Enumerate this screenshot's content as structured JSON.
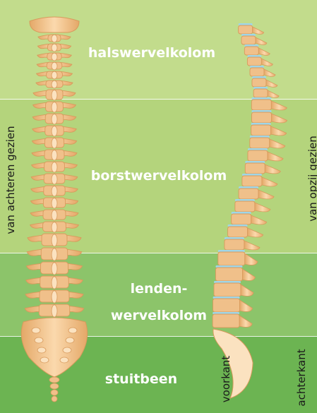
{
  "regions": {
    "hals": "halswervelkolom",
    "borst": "borstwervelkolom",
    "lenden_line1": "lenden-",
    "lenden_line2": "wervelkolom",
    "stuit": "stuitbeen"
  },
  "views": {
    "back": "van achteren gezien",
    "side": "van opzij gezien"
  },
  "orientation": {
    "front": "voorkant",
    "back": "achterkant"
  },
  "colors": {
    "band_hals": "#c2dc8c",
    "band_borst": "#b4d47c",
    "band_lenden": "#8cc46a",
    "band_stuit": "#6cb452",
    "bone": "#f0c08a",
    "bone_edge": "#d89a5c",
    "bone_light": "#fbe2c0",
    "disc": "#9fd6e8"
  }
}
